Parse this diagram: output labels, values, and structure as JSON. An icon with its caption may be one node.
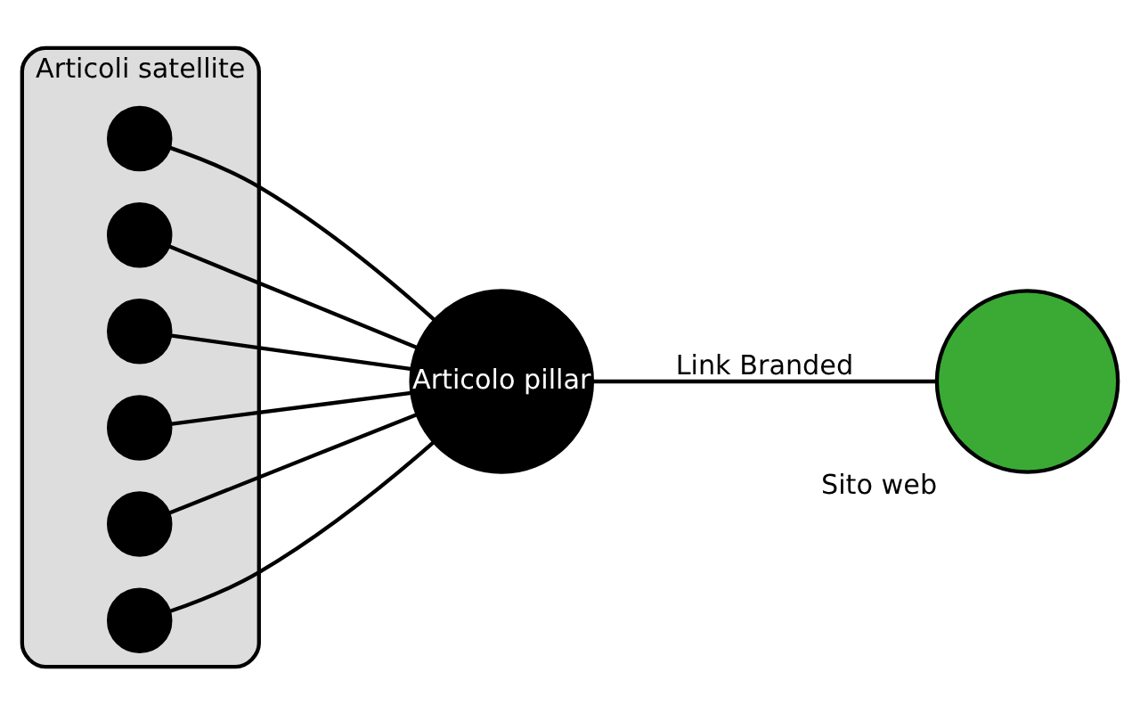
{
  "diagram": {
    "nodes": [
      {
        "text": [
          "Articoli satellite"
        ]
      },
      {
        "text": [],
        "shape": "circle",
        "in": 0
      },
      {
        "text": [],
        "shape": "circle",
        "in": 0
      },
      {
        "text": [],
        "shape": "circle",
        "in": 0
      },
      {
        "text": [],
        "shape": "circle",
        "in": 0
      },
      {
        "text": [],
        "shape": "circle",
        "in": 0
      },
      {
        "text": [],
        "shape": "circle",
        "in": 0
      },
      {
        "text": [
          "Articolo pillar"
        ]
      },
      {
        "text": [
          "Sito web"
        ]
      }
    ],
    "edges": [
      {
        "from": 1,
        "to": 7,
        "arrow": "none"
      },
      {
        "from": 2,
        "to": 7,
        "arrow": "none"
      },
      {
        "from": 3,
        "to": 7,
        "arrow": "none"
      },
      {
        "from": 4,
        "to": 7,
        "arrow": "none"
      },
      {
        "from": 5,
        "to": 7,
        "arrow": "none"
      },
      {
        "from": 6,
        "to": 7,
        "arrow": "none"
      },
      {
        "from": 7,
        "to": 8,
        "arrow": "none",
        "label": "Link Branded"
      }
    ]
  }
}
